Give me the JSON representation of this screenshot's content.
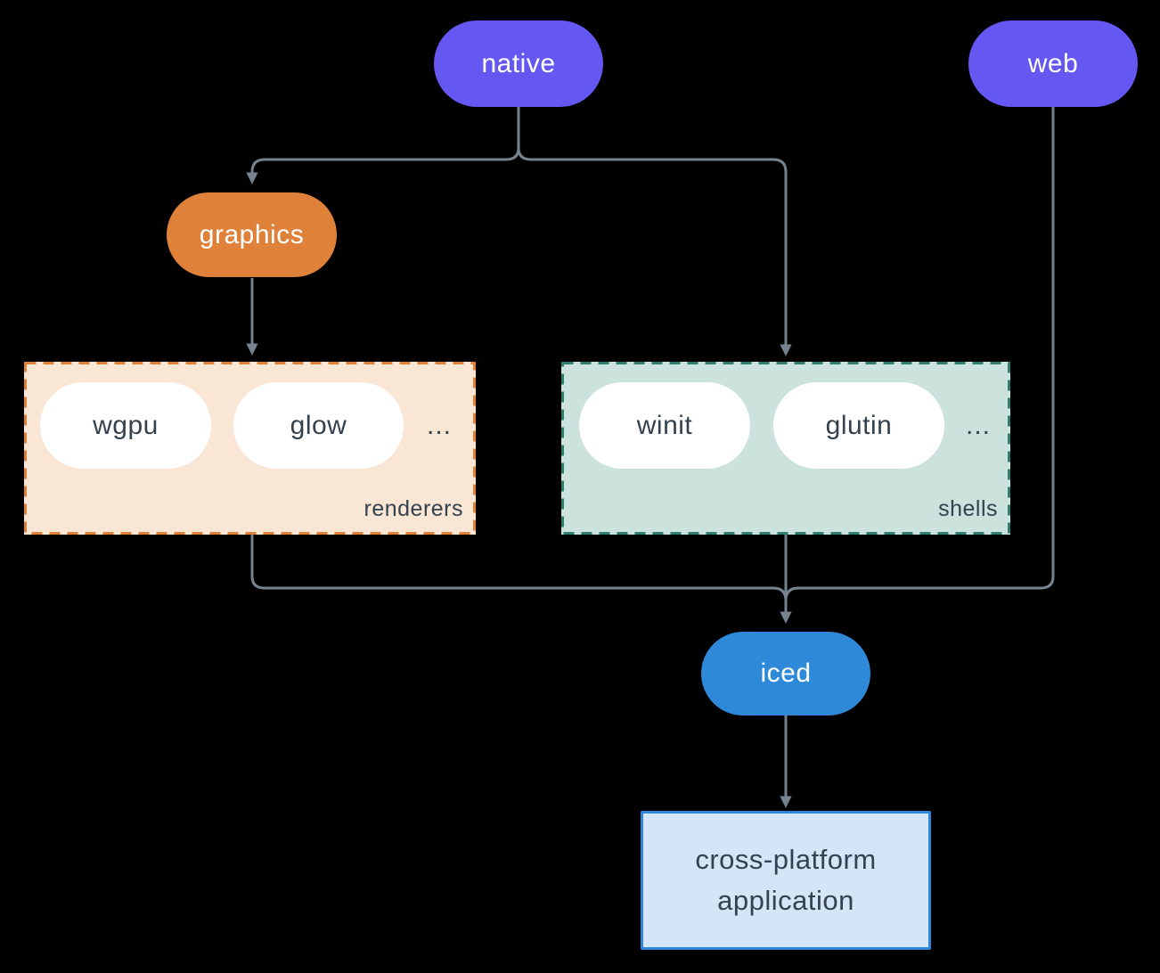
{
  "colors": {
    "background": "#000000",
    "purple": "#6457F2",
    "orange": "#E0813A",
    "blue": "#2E89D8",
    "peach_fill": "#FAE6D5",
    "teal_fill": "#CCE2DC",
    "teal_border": "#2E7D6E",
    "lightblue_fill": "#D3E5F7",
    "blue_border": "#2E86D8",
    "line": "#76838E",
    "dark_text": "#34414E",
    "white": "#FFFFFF"
  },
  "nodes": {
    "native": "native",
    "web": "web",
    "graphics": "graphics",
    "iced": "iced",
    "app_line1": "cross-platform",
    "app_line2": "application"
  },
  "renderers": {
    "label": "renderers",
    "items": [
      "wgpu",
      "glow"
    ],
    "more": "..."
  },
  "shells": {
    "label": "shells",
    "items": [
      "winit",
      "glutin"
    ],
    "more": "..."
  },
  "edges": [
    {
      "from": "native",
      "to": "graphics"
    },
    {
      "from": "native",
      "to": "shells"
    },
    {
      "from": "graphics",
      "to": "renderers"
    },
    {
      "from": "renderers",
      "to": "iced"
    },
    {
      "from": "shells",
      "to": "iced"
    },
    {
      "from": "web",
      "to": "iced"
    },
    {
      "from": "iced",
      "to": "cross-platform application"
    }
  ]
}
